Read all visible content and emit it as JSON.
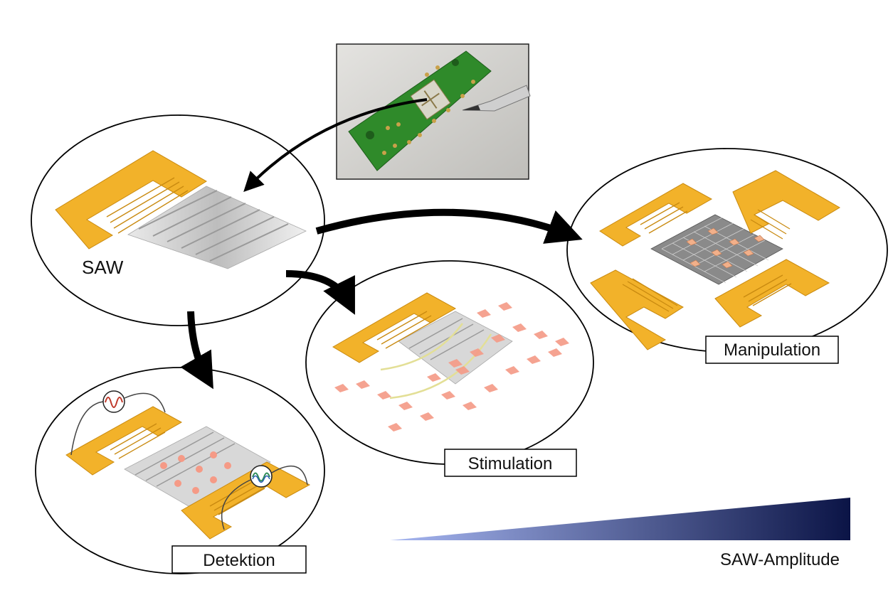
{
  "labels": {
    "saw": "SAW",
    "manipulation": "Manipulation",
    "stimulation": "Stimulation",
    "detection": "Detektion",
    "amplitude": "SAW-Amplitude"
  },
  "colors": {
    "electrode": "#F2B22A",
    "electrode_edge": "#C98A10",
    "wave": "#bfbfbf",
    "cell": "#F59A86",
    "pcb": "#2f8a2a",
    "gradient_start": "#a7b7f2",
    "gradient_end": "#0b1446"
  },
  "icons": {
    "photo": "pcb-chip-photo",
    "detection_signals": [
      "red-sine-signal-icon",
      "green-sine-signal-icon"
    ]
  }
}
